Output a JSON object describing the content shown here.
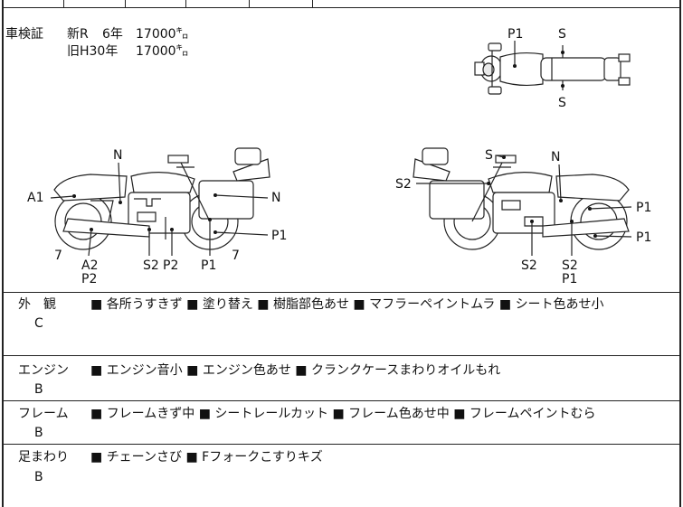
{
  "vehicle_inspection": {
    "label": "車検証",
    "lines": [
      {
        "era": "新R",
        "years": "6年",
        "amount": "17000㌔"
      },
      {
        "era": "旧H30年",
        "years": "",
        "amount": "17000㌔"
      }
    ]
  },
  "diagram_labels": {
    "top_view": [
      "P1",
      "S",
      "S"
    ],
    "left_view": [
      "N",
      "A1",
      "N",
      "P1",
      "7",
      "7",
      "A2",
      "P2",
      "S2",
      "P2",
      "P1"
    ],
    "right_view": [
      "S",
      "N",
      "S2",
      "P1",
      "P1",
      "S2",
      "S2",
      "P1"
    ]
  },
  "sections": [
    {
      "name": "外　観",
      "grade": "C",
      "items": [
        "各所うすきず",
        "塗り替え",
        "樹脂部色あせ",
        "マフラーペイントムラ",
        "シート色あせ小"
      ]
    },
    {
      "name": "エンジン",
      "grade": "B",
      "items": [
        "エンジン音小",
        "エンジン色あせ",
        "クランクケースまわりオイルもれ"
      ]
    },
    {
      "name": "フレーム",
      "grade": "B",
      "items": [
        "フレームきず中",
        "シートレールカット",
        "フレーム色あせ中",
        "フレームペイントむら"
      ]
    },
    {
      "name": "足まわり",
      "grade": "B",
      "items": [
        "チェーンさび",
        "Fフォークこすりキズ"
      ]
    }
  ],
  "bullet": "■"
}
